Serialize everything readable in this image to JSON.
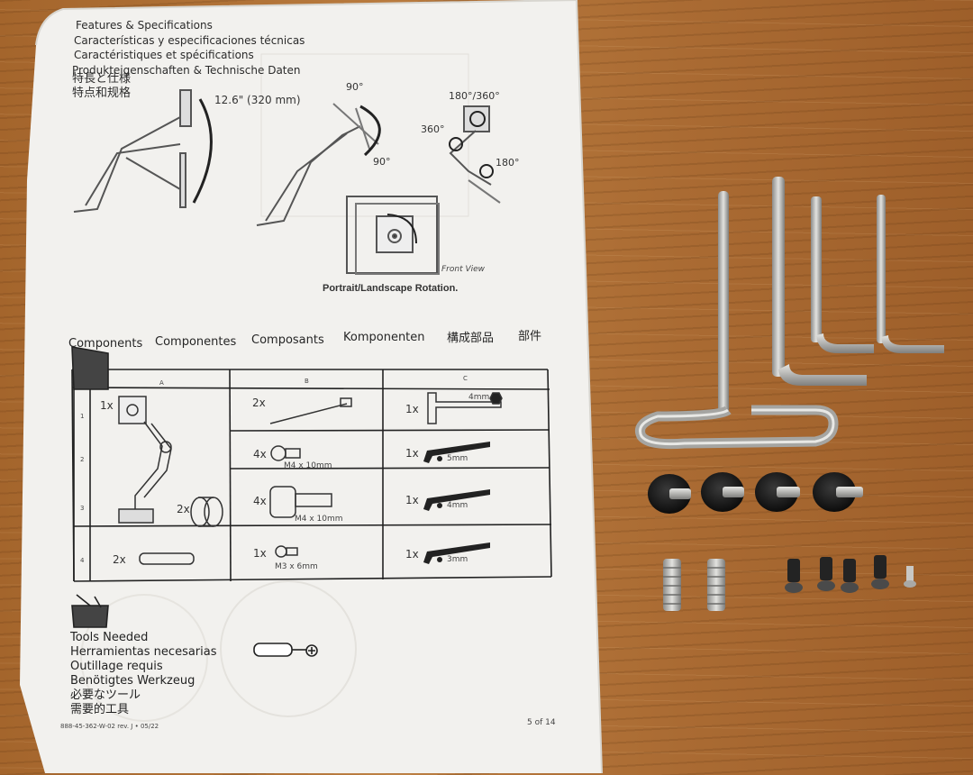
{
  "sheet": {
    "features_header": [
      "Features & Specifications",
      "Características y especificaciones técnicas",
      "Caractéristiques et spécifications",
      "Produkteigenschaften & Technische Daten",
      "特長と仕様",
      "特点和规格"
    ],
    "diagram_labels": {
      "height_range": "12.6\" (320 mm)",
      "tilt_top": "90°",
      "tilt_bottom": "90°",
      "swivel_top": "180°/360°",
      "swivel_left": "360°",
      "swivel_right": "180°",
      "front_view": "Front View",
      "rotation_caption": "Portrait/Landscape Rotation."
    },
    "components_header": [
      "Components",
      "Componentes",
      "Composants",
      "Komponenten",
      "構成部品",
      "部件"
    ],
    "table": {
      "columns": [
        "A",
        "B",
        "C"
      ],
      "rows": [
        "1",
        "2",
        "3",
        "4"
      ],
      "cells": {
        "a1_qty": "1x",
        "a3_qty": "2x",
        "a4_qty": "2x",
        "b1_qty": "2x",
        "b2_qty": "4x",
        "b2_label": "M4 x 10mm",
        "b3_qty": "4x",
        "b3_label": "M4 x 10mm",
        "b4_qty": "1x",
        "b4_label": "M3 x 6mm",
        "c1_qty": "1x",
        "c1_label": "4mm",
        "c2_qty": "1x",
        "c2_label": "5mm",
        "c3_qty": "1x",
        "c3_label": "4mm",
        "c4_qty": "1x",
        "c4_label": "3mm"
      }
    },
    "tools_header": [
      "Tools Needed",
      "Herramientas necesarias",
      "Outillage requis",
      "Benötigtes Werkzeug",
      "必要なツール",
      "需要的工具"
    ],
    "footer_code": "888-45-362-W-02 rev. J • 05/22",
    "page_number": "5 of 14"
  },
  "colors": {
    "wood": "#b0733a",
    "paper": "#f2f1ee",
    "ink": "#2b2b2b",
    "metal": "#b9b9b6",
    "rubber": "#161616"
  },
  "objects": {
    "allen_keys": 4,
    "rubber_feet": 4,
    "set_screws": 2,
    "small_screws": 5
  }
}
